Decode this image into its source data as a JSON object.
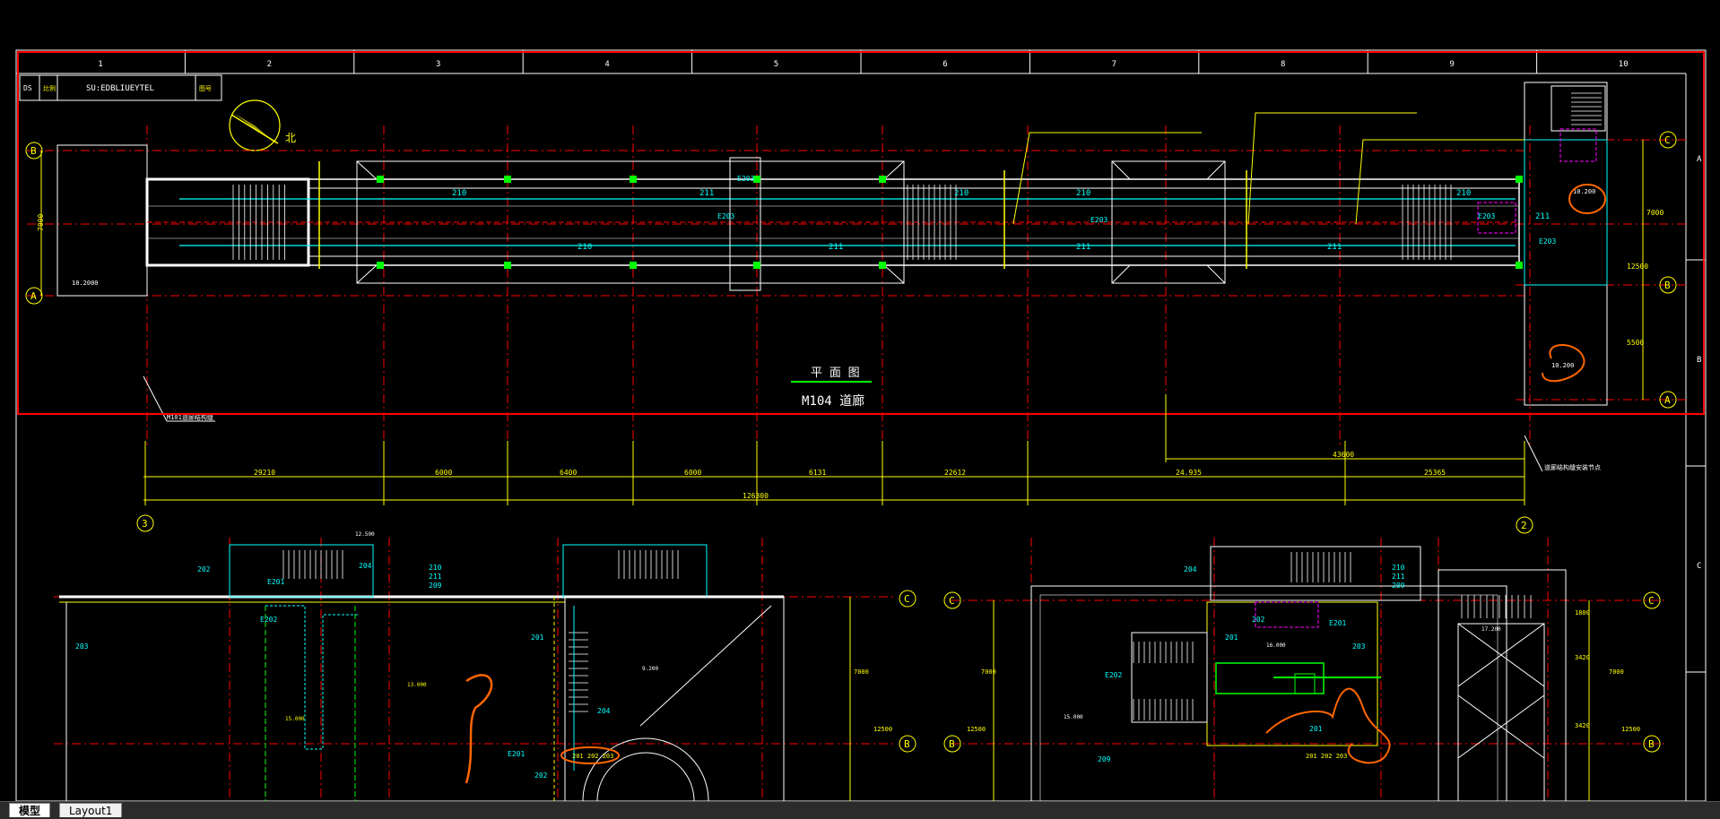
{
  "drawing": {
    "column_numbers": [
      "1",
      "2",
      "3",
      "4",
      "5",
      "6",
      "7",
      "8",
      "9",
      "10"
    ],
    "title_block": {
      "left_code": "DS",
      "scale_label": "比例",
      "main_text": "SU:EDBLIUEYTEL",
      "right_label": "图号"
    },
    "compass_label": "北",
    "top_plan": {
      "title": "平 面 图",
      "subtitle": "M104 道廊",
      "axis_left_top": "B",
      "axis_left_bottom": "A",
      "axis_right_top": "C",
      "axis_right_mid": "B",
      "axis_right_bottom": "A",
      "left_elevation": "10.2000",
      "right_elevation": "10.200",
      "mid_elevation": "10.200",
      "room_codes": [
        "210",
        "211",
        "210",
        "211",
        "210",
        "211",
        "210",
        "211",
        "210",
        "211"
      ],
      "equip_codes": [
        "E203",
        "E203",
        "E203",
        "E203",
        "E203"
      ],
      "left_dim": "7000",
      "right_dims": [
        "7000",
        "12500",
        "5500"
      ],
      "leader_note_left": "M101道廊结构缝",
      "leader_note_right": "道廊结构缝安装节点"
    },
    "dimension_row": {
      "values": [
        "29210",
        "6000",
        "6400",
        "6000",
        "6131",
        "22612",
        "24.935",
        "25365"
      ],
      "total": "126300",
      "right_span": "43600",
      "left_axis": "3",
      "right_axis": "2"
    },
    "lower_left_plan": {
      "codes": [
        "202",
        "204",
        "210",
        "211",
        "209",
        "E201",
        "E202",
        "201",
        "203",
        "202",
        "204",
        "E201"
      ],
      "elevation_1": "12.500",
      "elevation_2": "13.000",
      "elevation_3": "15.000",
      "elevation_4": "9.200",
      "circled_label": "201 202 203",
      "axis_c": "C",
      "axis_b": "B",
      "dims": [
        "7000",
        "12500"
      ]
    },
    "lower_right_plan": {
      "codes": [
        "204",
        "210",
        "211",
        "209",
        "201",
        "202",
        "E201",
        "203",
        "E202",
        "209",
        "201"
      ],
      "elevation_1": "15.000",
      "elevation_2": "16.000",
      "elevation_3": "17.200",
      "circled_label": "201 202 203",
      "axis_c_left": "C",
      "axis_b_left": "B",
      "axis_c_right": "C",
      "axis_b_right": "B",
      "dims_left": [
        "7000",
        "12500"
      ],
      "dims_right": [
        "1800",
        "3420",
        "3420",
        "7000",
        "12500"
      ]
    },
    "border_row_letters": [
      "A",
      "B",
      "C"
    ],
    "colors": {
      "background": "#000000",
      "frame": "#ffffff",
      "axis_line": "#ff0000",
      "dimension": "#ffff00",
      "hvac": "#00ffff",
      "selection": "#ff0000",
      "markup": "#ff6600",
      "duct": "#00ff00",
      "accent": "#ff00ff"
    }
  },
  "tabs": [
    {
      "label": "模型",
      "active": true
    },
    {
      "label": "Layout1",
      "active": false
    }
  ]
}
